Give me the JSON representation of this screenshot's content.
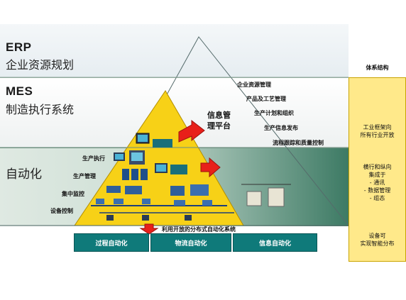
{
  "levels": {
    "erp": {
      "en": "ERP",
      "cn": "企业资源规划"
    },
    "mes": {
      "en": "MES",
      "cn": "制造执行系统"
    },
    "automation": {
      "cn": "自动化"
    }
  },
  "mes_functions": [
    "企业资源管理",
    "产品及工艺管理",
    "生产计划和组织",
    "生产信息发布",
    "流程跟踪和质量控制"
  ],
  "info_platform": {
    "line1": "信息管",
    "line2": "理平台"
  },
  "automation_tags": [
    "生产执行",
    "生产管理",
    "集中监控",
    "设备控制"
  ],
  "distributed_caption": "利用开放的分布式自动化系统",
  "bottom_boxes": [
    "过程自动化",
    "物流自动化",
    "信息自动化"
  ],
  "right_panel": {
    "title": "体系结构",
    "box1": {
      "line1": "工业框架向",
      "line2": "所有行业开放"
    },
    "box2": {
      "line1": "横行和纵向",
      "line2": "集成于",
      "line3": "- 通讯",
      "line4": "- 数据管理",
      "line5": "- 组态"
    },
    "box3": {
      "line1": "设备可",
      "line2": "实现智能分布"
    }
  },
  "colors": {
    "band_erp": "#eef3f6",
    "band_mes": "#f6f6f6",
    "band_auto": "#2f6e5a",
    "pyramid_yellow": "#f7d117",
    "teal": "#0f7a7a",
    "arrow_red": "#e8201a",
    "panel_yellow": "#ffe98a"
  }
}
